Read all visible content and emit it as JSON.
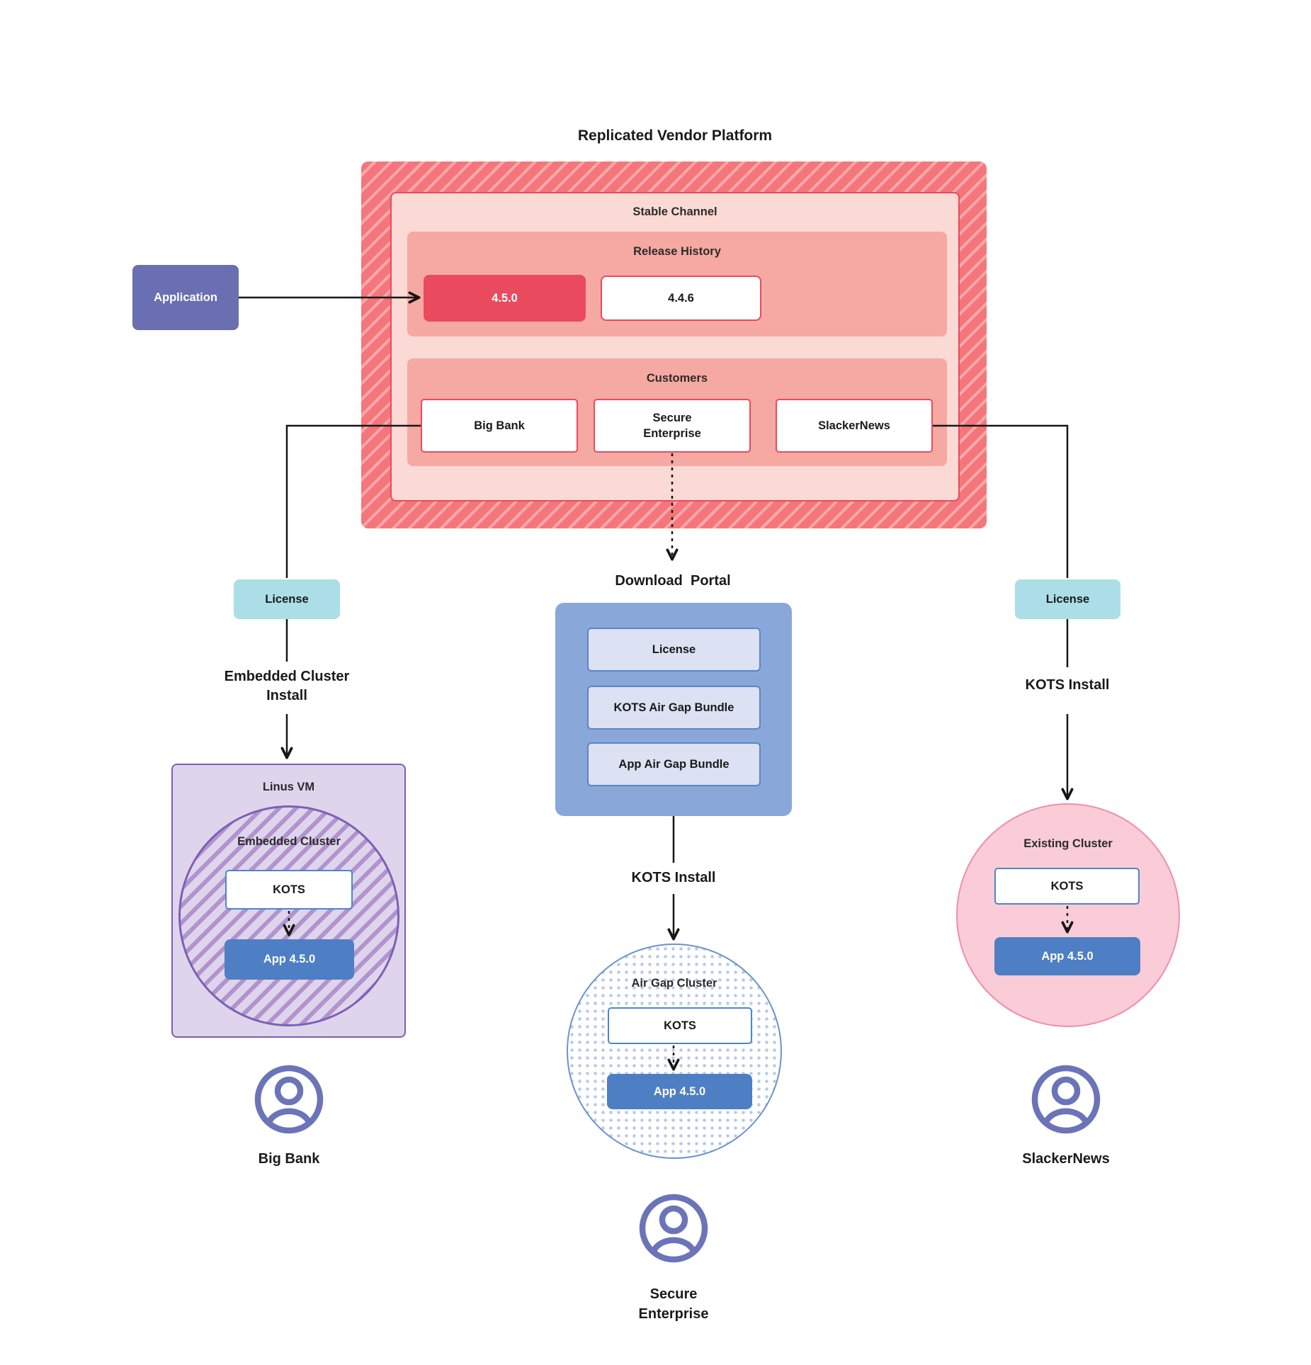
{
  "title": "Replicated Vendor Platform",
  "platform": {
    "stable_channel": {
      "label": "Stable Channel",
      "release_history": {
        "label": "Release History",
        "releases": [
          "4.5.0",
          "4.4.6"
        ]
      },
      "customers": {
        "label": "Customers",
        "items": [
          "Big Bank",
          "Secure Enterprise",
          "SlackerNews"
        ]
      }
    }
  },
  "application": {
    "label": "Application"
  },
  "download_portal": {
    "title": "Download  Portal",
    "items": [
      "License",
      "KOTS Air Gap Bundle",
      "App Air Gap Bundle"
    ]
  },
  "flows": {
    "big_bank": {
      "license": "License",
      "install": "Embedded Cluster Install",
      "vm": "Linus VM",
      "cluster": "Embedded Cluster",
      "kots": "KOTS",
      "app": "App 4.5.0",
      "user": "Big Bank"
    },
    "secure_enterprise": {
      "install": "KOTS Install",
      "cluster": "Air Gap Cluster",
      "kots": "KOTS",
      "app": "App 4.5.0",
      "user": "Secure Enterprise"
    },
    "slackernews": {
      "license": "License",
      "install": "KOTS Install",
      "cluster": "Existing Cluster",
      "kots": "KOTS",
      "app": "App 4.5.0",
      "user": "SlackerNews"
    }
  },
  "colors": {
    "accent-red": "#ea4a5e",
    "hatch-base": "#f4767b",
    "hatch-stripe": "#f9a8ab",
    "channel-bg": "#fbd9d5",
    "subpanel-bg": "#f5a9a2",
    "application-bg": "#6a6fb2",
    "license-bg": "#abdee6",
    "portal-bg": "#8aa7d9",
    "portal-item-bg": "#dce1f3",
    "portal-item-border": "#5a86c8",
    "kots-border": "#4f86c6",
    "app-bg": "#4e7fc4",
    "vm-bg": "#ded5ec",
    "vm-border": "#7e5fb5",
    "vm-stripe": "#b193ce",
    "airgap-border": "#6b93cc",
    "airgap-dot": "#b9cbe9",
    "pink-bg": "#f9ccd8",
    "pink-border": "#ef8fac",
    "person": "#6b74b8",
    "line": "#161616"
  }
}
